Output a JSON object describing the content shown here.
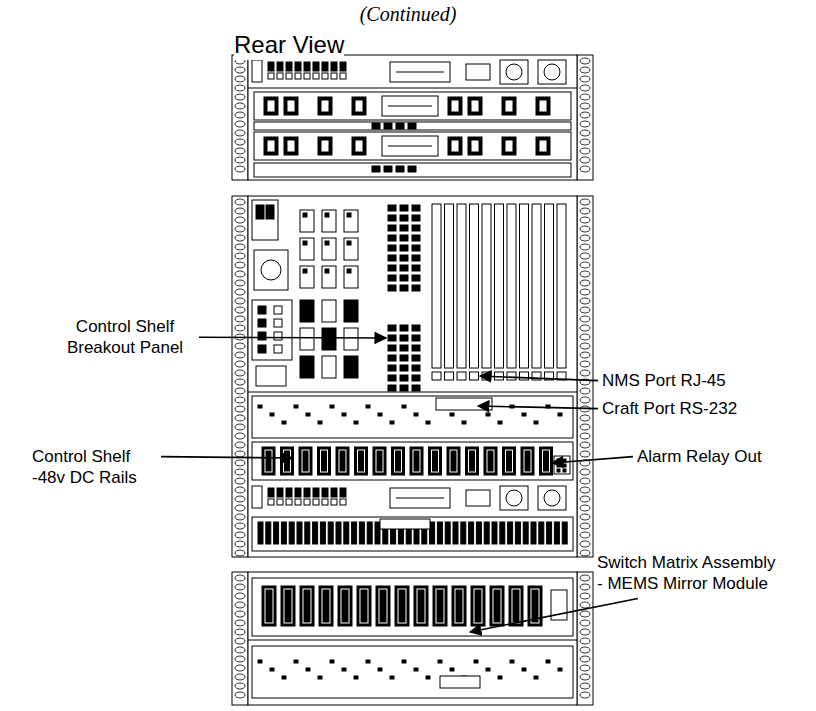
{
  "diagram": {
    "title": "Rear View",
    "labels": [
      "(Continued)",
      "Control Shelf Breakout Panel",
      "NMS Port RJ-45",
      "Craft Port RS-232",
      "Control Shelf -48v DC Rails",
      "Alarm Relay Out",
      "Switch Matrix Assembly - MEMS Mirror Module"
    ]
  }
}
